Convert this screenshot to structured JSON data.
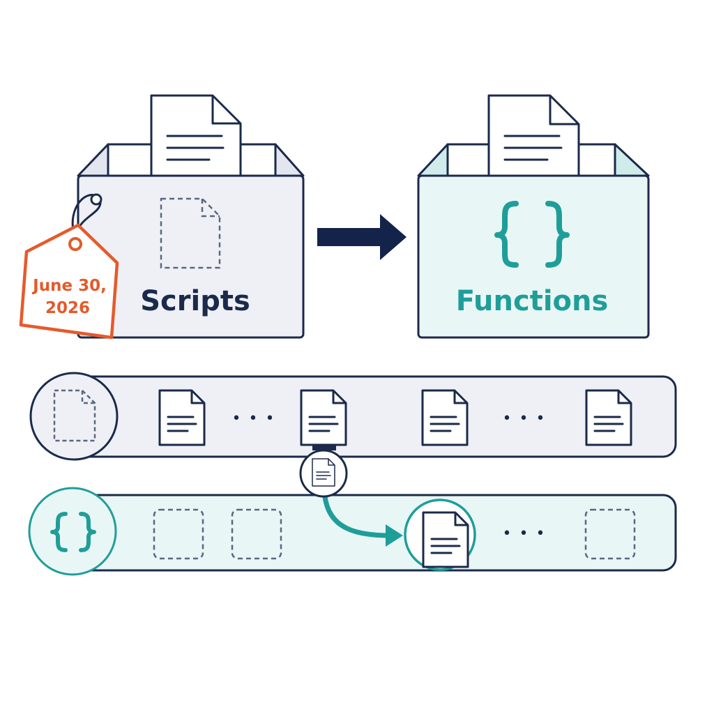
{
  "source_box": {
    "label": "Scripts",
    "icon": "dashed-document-icon"
  },
  "target_box": {
    "label": "Functions",
    "icon": "curly-braces-icon"
  },
  "deadline_tag": {
    "line1": "June 30,",
    "line2": "2026"
  },
  "migration_arrow": {
    "icon": "right-arrow-icon"
  },
  "script_row": {
    "start_icon": "dashed-document-icon",
    "items": [
      "document-icon",
      "ellipsis",
      "document-icon",
      "document-icon",
      "ellipsis",
      "document-icon"
    ],
    "ellipsis": "• • •"
  },
  "function_row": {
    "start_icon": "curly-braces-icon",
    "items": [
      "empty-slot",
      "empty-slot",
      "document-icon",
      "ellipsis",
      "empty-slot"
    ],
    "ellipsis": "• • •"
  },
  "colors": {
    "navy": "#1b2a4a",
    "teal": "#1f9e99",
    "orange": "#e55a2b",
    "gray_fill": "#eef0f6",
    "teal_fill": "#e9f6f6"
  }
}
